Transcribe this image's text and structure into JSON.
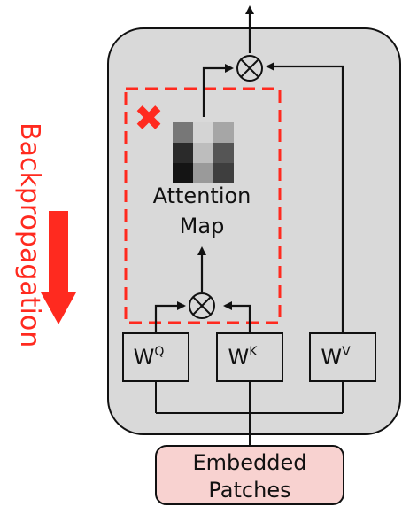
{
  "side_label": {
    "text": "Backpropagation",
    "color": "#ff2a1f"
  },
  "attention_map": {
    "label_line1": "Attention",
    "label_line2": "Map",
    "blocked_symbol": "✖",
    "cells": [
      [
        "#777777",
        "#d4d4d4",
        "#a6a6a6"
      ],
      [
        "#2a2a2a",
        "#bdbdbd",
        "#555555"
      ],
      [
        "#141414",
        "#9a9a9a",
        "#3e3e3e"
      ]
    ]
  },
  "weights": {
    "q": {
      "base": "W",
      "sup": "Q"
    },
    "k": {
      "base": "W",
      "sup": "K"
    },
    "v": {
      "base": "W",
      "sup": "V"
    }
  },
  "input": {
    "line1": "Embedded",
    "line2": "Patches"
  },
  "operators": {
    "multiply_symbol": "⊗"
  },
  "colors": {
    "block_fill": "#d9d9d9",
    "dashed_outline": "#ff2a1f",
    "input_fill": "#f8d2d0",
    "line": "#111111"
  }
}
